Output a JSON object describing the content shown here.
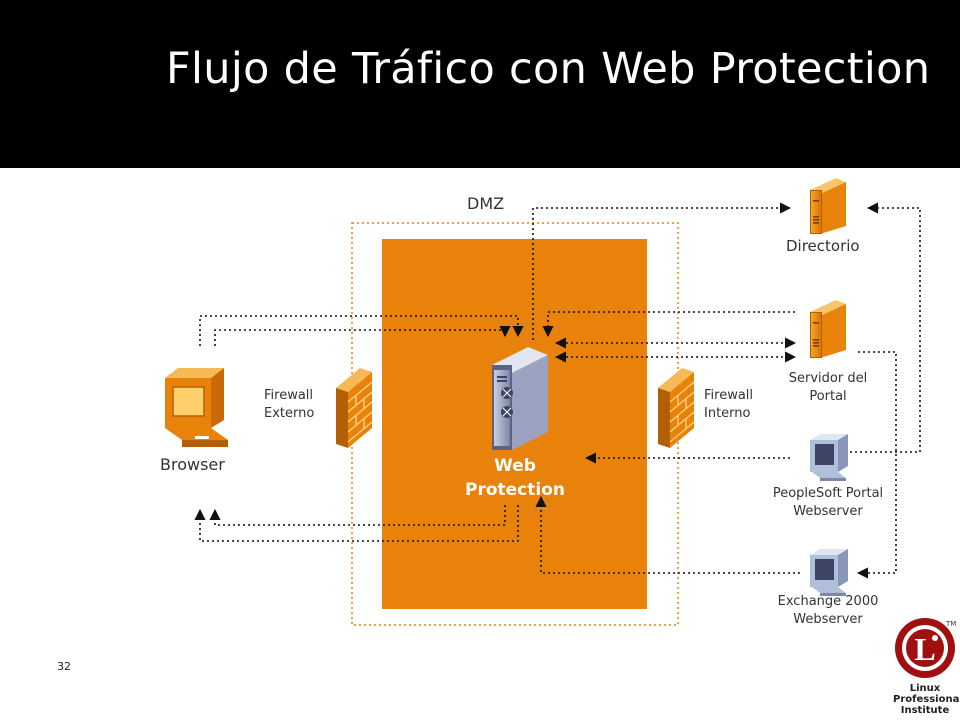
{
  "slide": {
    "title": "Flujo de Tráfico con Web Protection",
    "number": "32"
  },
  "diagram": {
    "dmz_label": "DMZ",
    "nodes": {
      "browser": "Browser",
      "firewall_external": [
        "Firewall",
        "Externo"
      ],
      "web_protection": [
        "Web",
        "Protection"
      ],
      "firewall_internal": [
        "Firewall",
        "Interno"
      ],
      "directorio": "Directorio",
      "portal_server": [
        "Servidor del",
        "Portal"
      ],
      "peoplesoft": [
        "PeopleSoft Portal",
        "Webserver"
      ],
      "exchange": [
        "Exchange 2000",
        "Webserver"
      ]
    },
    "icons": {
      "browser": "desktop-computer-icon",
      "firewall": "brick-wall-icon",
      "web_protection": "server-tower-icon",
      "directorio": "server-icon",
      "portal_server": "server-icon",
      "peoplesoft": "monitor-icon",
      "exchange": "monitor-icon"
    },
    "colors": {
      "dmz_zone": "#E8820A",
      "accent": "#F0A030",
      "header": "#000000"
    }
  },
  "logo": {
    "lines": [
      "Linux",
      "Professional",
      "Institute"
    ],
    "mark": "L",
    "trademark": "TM"
  }
}
